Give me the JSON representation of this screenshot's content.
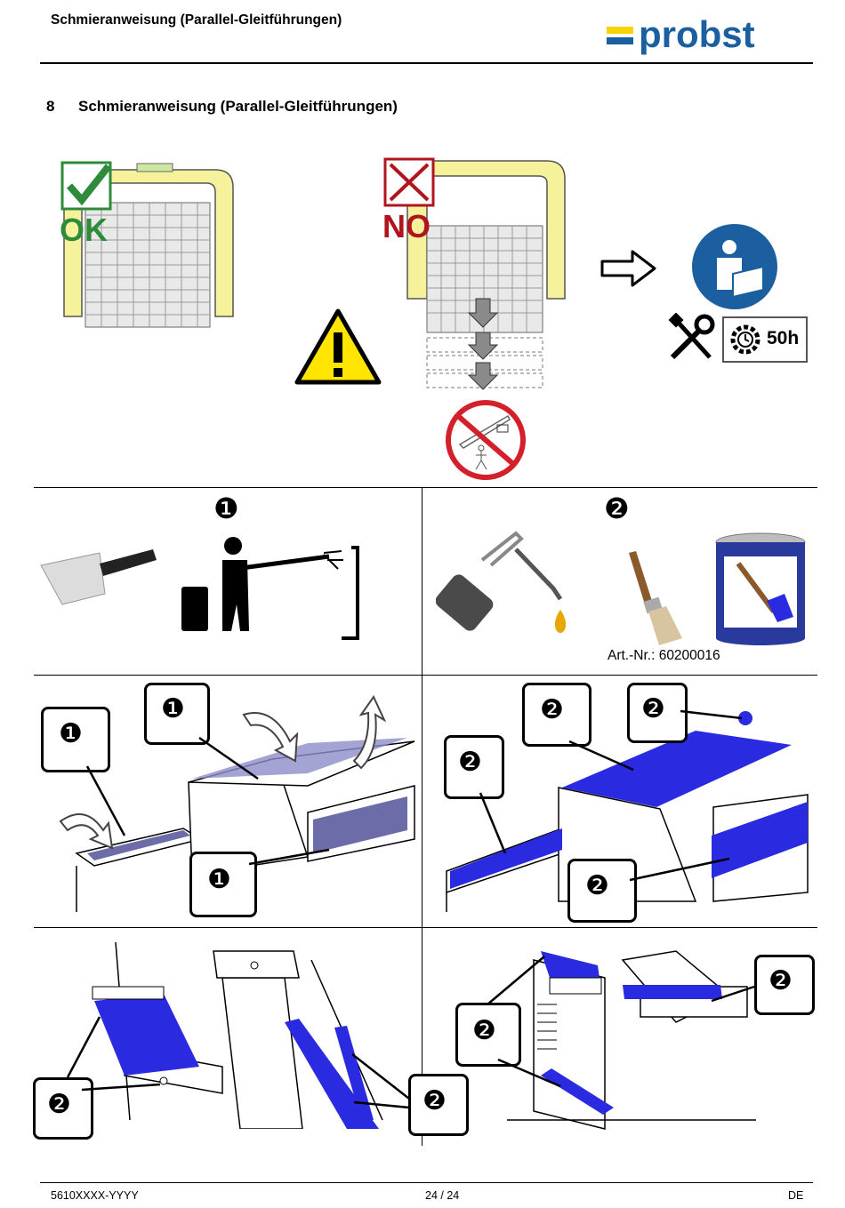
{
  "header": {
    "title": "Schmieranweisung (Parallel-Gleitführungen)",
    "logo_text": "probst"
  },
  "section": {
    "number": "8",
    "title": "Schmieranweisung (Parallel-Gleitführungen)"
  },
  "top_illustrations": {
    "ok_label": "OK",
    "no_label": "NO",
    "interval_label": "50h"
  },
  "panels": {
    "step1_marker": "❶",
    "step2_marker": "❷",
    "article_number": "Art.-Nr.: 60200016"
  },
  "footer": {
    "doc_number": "5610XXXX-YYYY",
    "page": "24 / 24",
    "language": "DE"
  },
  "colors": {
    "accent_blue": "#2a2ae0",
    "yellow": "#f6f29b",
    "logo_blue": "#1b5fa0",
    "logo_yellow": "#f7d400",
    "warning_yellow": "#ffe500",
    "ok_green": "#2e8b3a",
    "no_red": "#b0141c"
  },
  "icons": [
    "check-icon",
    "cross-icon",
    "warning-icon",
    "arrow-right-icon",
    "read-manual-icon",
    "tools-icon",
    "gear-interval-icon",
    "prohibited-crane-icon",
    "scraper-icon",
    "pressure-washer-icon",
    "grease-gun-icon",
    "brush-icon",
    "paint-can-icon"
  ]
}
